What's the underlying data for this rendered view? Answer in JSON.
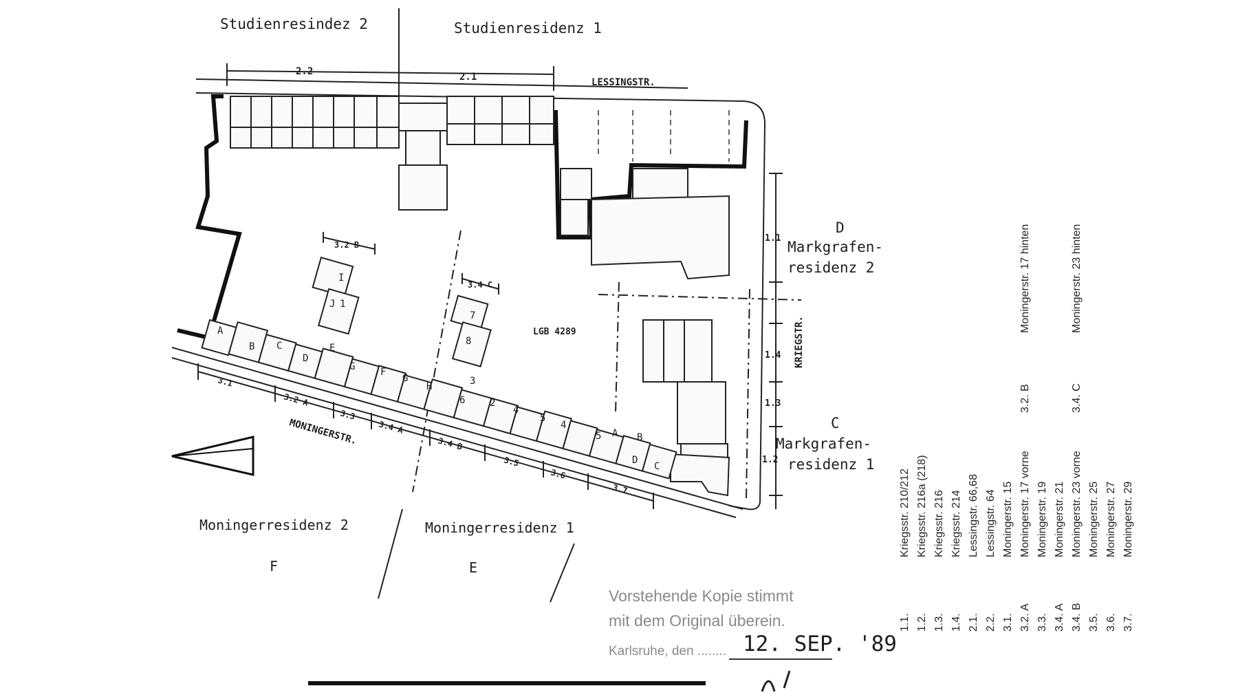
{
  "residences": {
    "studien_2": "Studienresindez 2",
    "studien_1": "Studienresidenz 1",
    "markgrafen_2_letter": "D",
    "markgrafen_2_line1": "Markgrafen-",
    "markgrafen_2_line2": "residenz 2",
    "markgrafen_1_letter": "C",
    "markgrafen_1_line1": "Markgrafen-",
    "markgrafen_1_line2": "residenz 1",
    "moninger_2": "Moningerresidenz 2",
    "moninger_2_letter": "F",
    "moninger_1": "Moningerresidenz 1",
    "moninger_1_letter": "E"
  },
  "streets": {
    "lessing": "LESSINGSTR.",
    "krieg": "KRIEGSTR.",
    "moninger": "MONINGERSTR."
  },
  "plot_label": "LGB 4289",
  "segments": {
    "s22": "2.2",
    "s21": "2.1",
    "s11": "1.1",
    "s14": "1.4",
    "s13": "1.3",
    "s12": "1.2",
    "s31": "3.1",
    "s32a": "3.2 A",
    "s33": "3.3",
    "s34a": "3.4 A",
    "s34b": "3.4 B",
    "s35": "3.5",
    "s36": "3.6",
    "s37": "3.7",
    "s32b": "3.2 B",
    "s34c": "3.4 C"
  },
  "unit_letters": [
    "A",
    "B",
    "C",
    "D",
    "E",
    "G",
    "F",
    "G",
    "H",
    "I",
    "J",
    "7",
    "8",
    "3",
    "6",
    "2",
    "4",
    "5",
    "4",
    "5",
    "A",
    "B",
    "D",
    "C",
    "1"
  ],
  "legend": {
    "col1": [
      "Kriegsstr. 210/212",
      "Kriegsstr. 216a (218)",
      "Kriegsstr. 216",
      "Kriegsstr. 214",
      "Lessingstr. 66,68",
      "Lessingstr. 64",
      "Moningerstr. 15",
      "Moningerstr. 17 vorne",
      "Moningerstr. 19",
      "Moningerstr. 21",
      "Moningerstr. 23 vorne",
      "Moningerstr. 25",
      "Moningerstr. 27",
      "Moningerstr. 29"
    ],
    "col2_a": "3.2. B",
    "col2_b": "Moningerstr. 17 hinten",
    "col3_a": "3.4. C",
    "col3_b": "Moningerstr. 23 hinten",
    "numbers": [
      "1.1.",
      "1.2.",
      "1.3.",
      "1.4.",
      "2.1.",
      "2.2.",
      "3.1.",
      "3.2. A",
      "3.3.",
      "3.4. A",
      "3.4. B",
      "3.5.",
      "3.6.",
      "3.7."
    ]
  },
  "stamp": {
    "line1": "Vorstehende Kopie stimmt",
    "line2": "mit dem Original überein.",
    "line3_prefix": "Karlsruhe, den ........",
    "date": "12. SEP. '89"
  }
}
